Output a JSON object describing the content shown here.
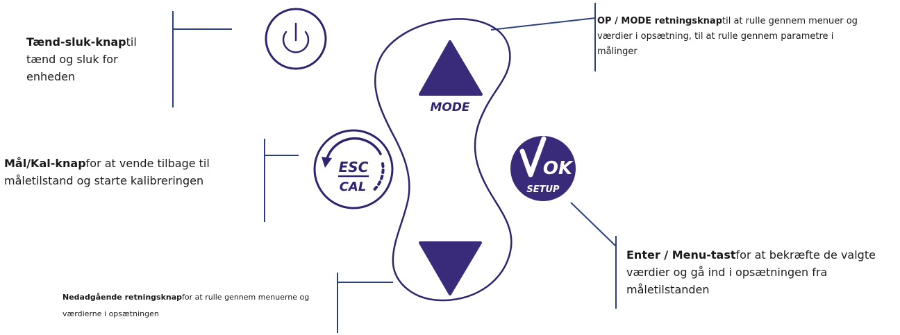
{
  "colors": {
    "button_fill": "#3a2a7a",
    "outline": "#2e2470",
    "leader_line": "#2a3f7e",
    "text": "#1a1a1a",
    "button_text": "#ffffff"
  },
  "buttons": {
    "power": {
      "icon": "power-icon"
    },
    "up": {
      "icon": "up-triangle-icon",
      "label": "MODE"
    },
    "esc_cal": {
      "icon": "circular-arrow-icon",
      "label_top": "ESC",
      "label_bottom": "CAL"
    },
    "ok_setup": {
      "icon": "checkmark-icon",
      "label_top": "OK",
      "label_bottom": "SETUP"
    },
    "down": {
      "icon": "down-triangle-icon"
    }
  },
  "callouts": {
    "power": {
      "title": "Tænd-sluk-knap",
      "text": "til tænd og sluk for enheden"
    },
    "measure_cal": {
      "title": "Mål/Kal-knap",
      "text": "for at vende tilbage til måletilstand og starte kalibreringen"
    },
    "up_mode": {
      "title": "OP / MODE retningsknap",
      "text": "til at rulle gennem menuer og værdier i opsætning, til at rulle gennem parametre i målinger"
    },
    "enter_menu": {
      "title": "Enter / Menu-tast",
      "text": "for at bekræfte de valgte værdier og gå ind i opsætningen fra måletilstanden"
    },
    "down": {
      "title": "Nedadgående retningsknap",
      "text": "for at rulle gennem menuerne og værdierne i opsætningen"
    }
  }
}
